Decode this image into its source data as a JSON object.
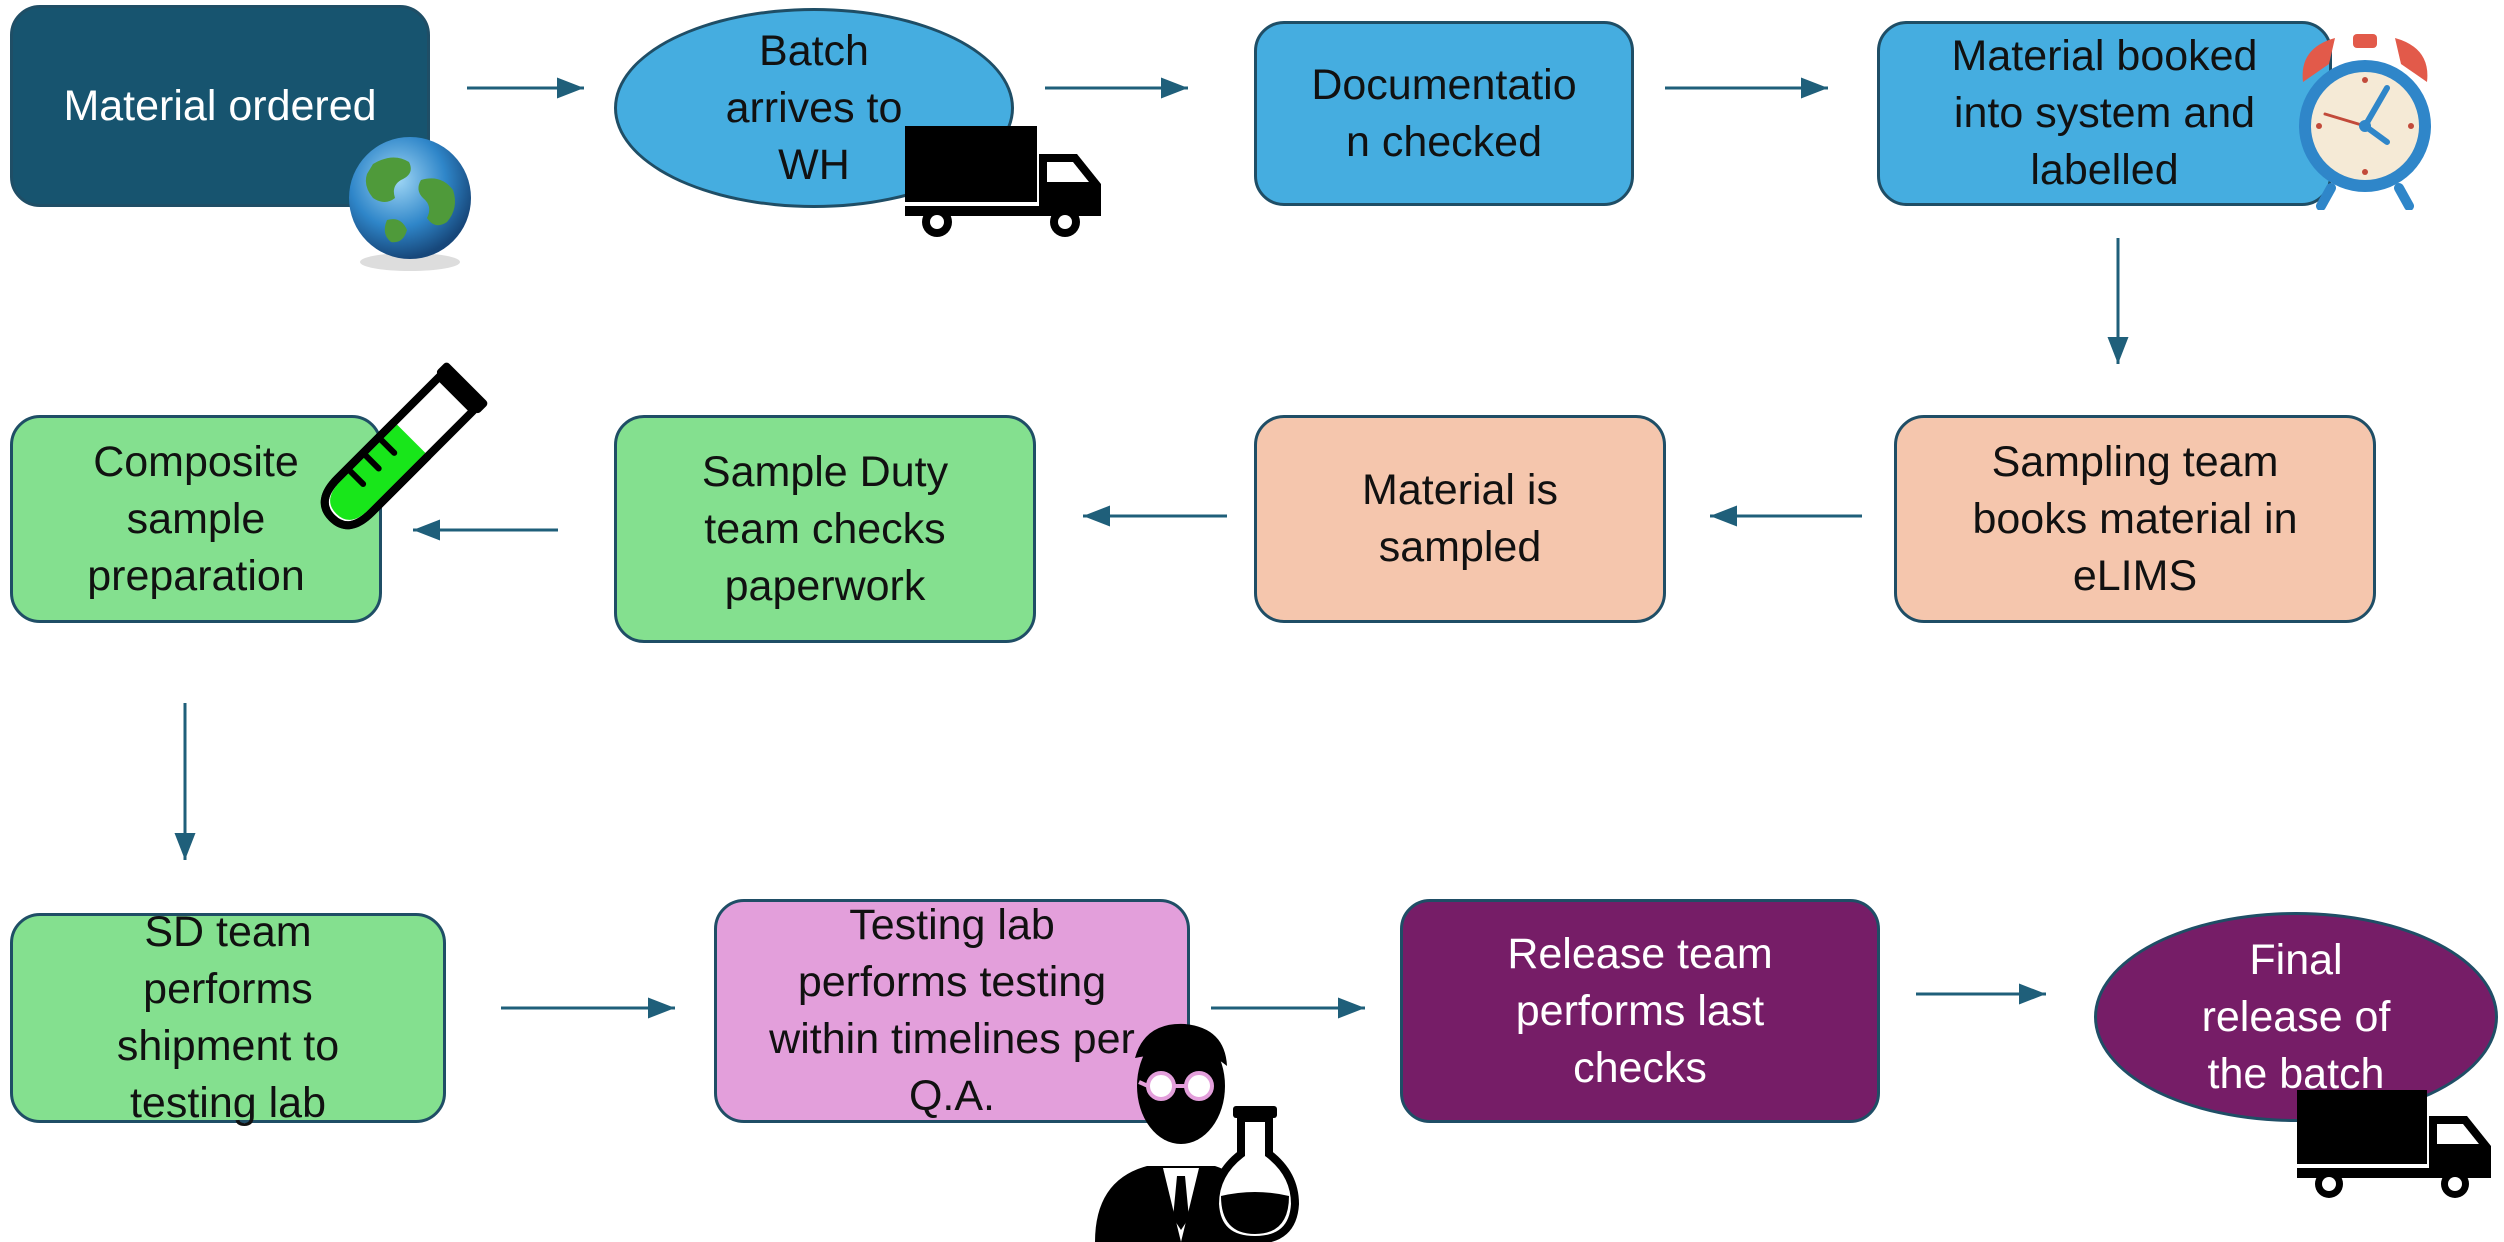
{
  "steps": [
    {
      "id": "material-ordered",
      "label": "Material ordered"
    },
    {
      "id": "batch-arrives",
      "label": "Batch\narrives to\nWH"
    },
    {
      "id": "documentation-checked",
      "label": "Documentatio\nn checked"
    },
    {
      "id": "material-booked",
      "label": "Material booked\ninto system and\nlabelled"
    },
    {
      "id": "sampling-team-books",
      "label": "Sampling team\nbooks material in\neLIMS"
    },
    {
      "id": "material-sampled",
      "label": "Material is\nsampled"
    },
    {
      "id": "sample-duty-checks",
      "label": "Sample Duty\nteam checks\npaperwork"
    },
    {
      "id": "composite-sample",
      "label": "Composite\nsample\npreparation"
    },
    {
      "id": "sd-shipment",
      "label": "SD team\nperforms\nshipment to\ntesting lab"
    },
    {
      "id": "testing-lab",
      "label": "Testing lab\nperforms testing\nwithin timelines per\nQ.A."
    },
    {
      "id": "release-team",
      "label": "Release team\nperforms last\nchecks"
    },
    {
      "id": "final-release",
      "label": "Final\nrelease of\nthe batch"
    }
  ],
  "icons": [
    "globe-icon",
    "truck-icon",
    "alarm-clock-icon",
    "test-tube-icon",
    "scientist-icon",
    "truck-icon"
  ],
  "colors": {
    "dark_blue": "#17546f",
    "light_blue": "#45ade0",
    "peach": "#f5c6ad",
    "green": "#84e08f",
    "pink": "#e39fdb",
    "purple": "#761d67",
    "arrow": "#1f5f7a"
  }
}
